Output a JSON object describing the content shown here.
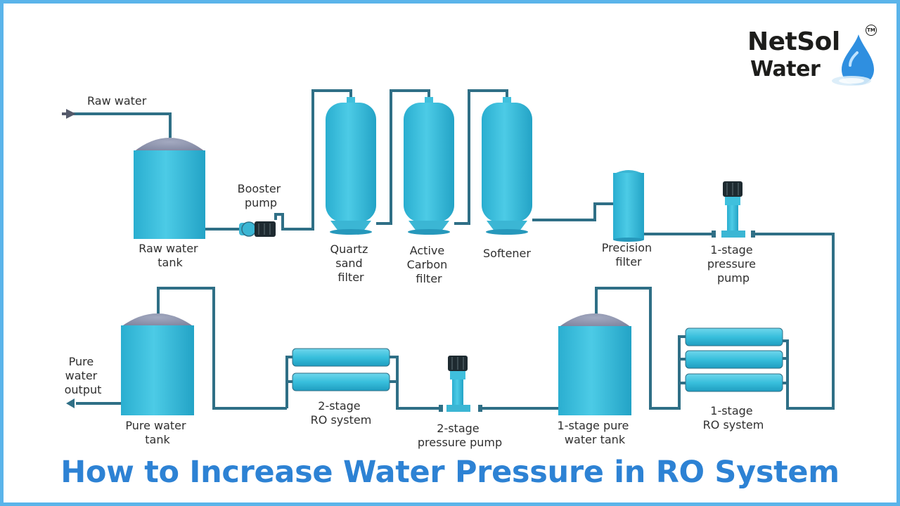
{
  "logo": {
    "line1": "NetSol",
    "line2": "Water",
    "tm": "TM",
    "drop_color": "#2f8fe0"
  },
  "headline": "How to Increase Water Pressure in RO System",
  "colors": {
    "border": "#5ab4ea",
    "tank_fill": "#3fc0dd",
    "dome_fill": "#8a91ac",
    "pipe": "#2f6f86",
    "headline": "#2d82d4"
  },
  "labels": {
    "raw_water": "Raw water",
    "raw_tank": [
      "Raw water",
      "tank"
    ],
    "booster_pump": [
      "Booster",
      "pump"
    ],
    "quartz": [
      "Quartz",
      "sand",
      "filter"
    ],
    "carbon": [
      "Active",
      "Carbon",
      "filter"
    ],
    "softener": "Softener",
    "precision": [
      "Precision",
      "filter"
    ],
    "pump1": [
      "1-stage",
      "pressure",
      "pump"
    ],
    "pure_output": [
      "Pure",
      "water",
      "output"
    ],
    "pure_tank": [
      "Pure water",
      "tank"
    ],
    "ro2": [
      "2-stage",
      "RO system"
    ],
    "pump2": [
      "2-stage",
      "pressure pump"
    ],
    "tank1": [
      "1-stage pure",
      "water tank"
    ],
    "ro1": [
      "1-stage",
      "RO system"
    ]
  }
}
